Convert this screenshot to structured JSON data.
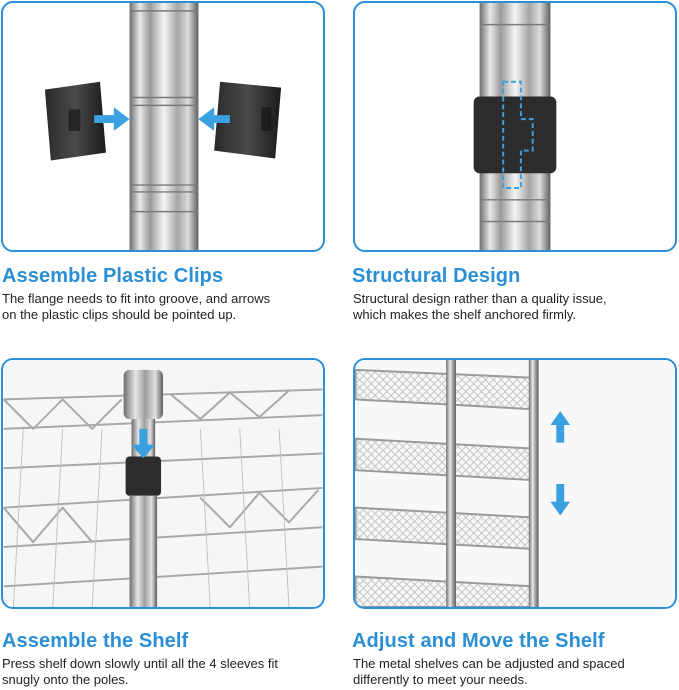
{
  "colors": {
    "accent": "#2b8fd6",
    "text": "#222222",
    "arrow": "#3aa0e0"
  },
  "panels": [
    {
      "title": "Assemble Plastic Clips",
      "lines": [
        "The flange needs to fit into groove, and arrows",
        "on the plastic clips should be pointed up."
      ],
      "image": "pole-with-two-plastic-clips-and-arrows"
    },
    {
      "title": "Structural Design",
      "lines": [
        "Structural design rather than a quality issue,",
        "which makes the shelf anchored firmly."
      ],
      "image": "pole-with-clip-and-dashed-groove-outline"
    },
    {
      "title": "Assemble the Shelf",
      "lines": [
        "Press shelf down slowly until all the 4 sleeves fit",
        "snugly onto the poles."
      ],
      "image": "wire-shelf-corner-sleeve-onto-pole"
    },
    {
      "title": "Adjust and Move the Shelf",
      "lines": [
        "The metal shelves can be adjusted and spaced",
        "differently to meet your needs."
      ],
      "image": "stacked-wire-shelves-with-up-down-arrows"
    }
  ]
}
